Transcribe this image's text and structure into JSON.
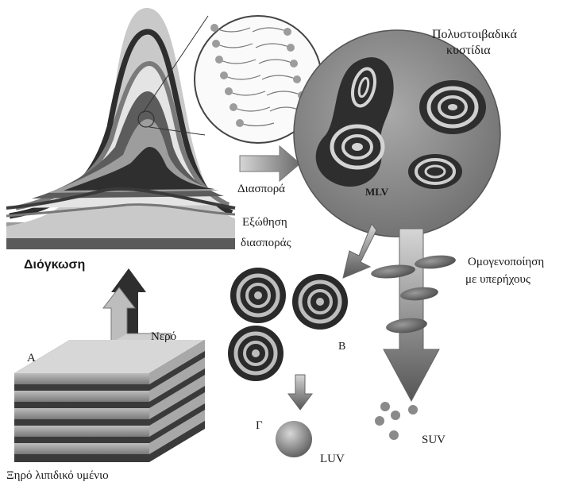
{
  "labels": {
    "multilamellar_vesicles_line1": "Πολυστοιβαδικά",
    "multilamellar_vesicles_line2": "κυστίδια",
    "dispersion": "Διασπορά",
    "mlv": "MLV",
    "extrusion_line1": "Εξώθηση",
    "extrusion_line2": "διασποράς",
    "swelling": "Διόγκωση",
    "homogenization_line1": "Ομογενοποίηση",
    "homogenization_line2": "με υπερήχους",
    "water": "Νερό",
    "marker_a": "A",
    "marker_b": "B",
    "marker_c": "Γ",
    "suv": "SUV",
    "luv": "LUV",
    "dry_lipid_film": "Ξηρό λιπιδικό υμένιο"
  },
  "colors": {
    "dark": "#2a2a2a",
    "mid": "#8a8a8a",
    "light": "#c8c8c8",
    "paper": "#ffffff"
  }
}
